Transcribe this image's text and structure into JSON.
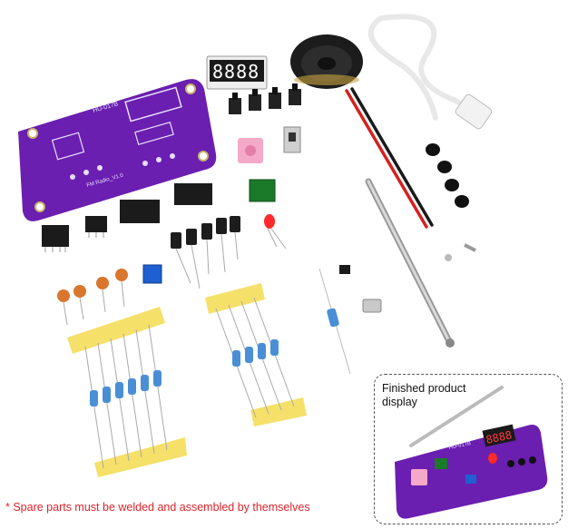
{
  "image": {
    "subject": "FM radio DIY electronics kit components",
    "board_labels": {
      "model": "HU-017B",
      "name": "FM Radio_V1.0"
    },
    "display_digits": "8888",
    "inset": {
      "title": "Finished product display",
      "board_model": "HU-017B"
    },
    "footnote": "* Spare parts must be welded and assembled by themselves",
    "colors": {
      "pcb": "#6a1fb0",
      "footnote": "#e0242b",
      "tape": "#f5e06a",
      "led": "#ff2a2a"
    }
  }
}
